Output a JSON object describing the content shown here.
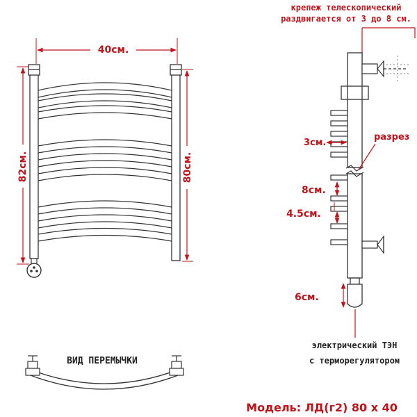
{
  "colors": {
    "annotation": "#c0141b",
    "outline": "#333333",
    "body_fill": "#ffffff"
  },
  "dims": {
    "width_top": "40см.",
    "height_left": "82см.",
    "height_right": "80см.",
    "pipe_gap": "3см.",
    "rung_spacing": "8см.",
    "rung_short": "4.5см.",
    "heater_length": "6см."
  },
  "labels": {
    "mount_line1": "крепеж телескопический",
    "mount_line2": "раздвигается от 3 до 8 см.",
    "cut": "разрез",
    "jumper_view": "ВИД ПЕРЕМЫЧКИ",
    "heater_line1": "электрический  ТЭН",
    "heater_line2": "с терморегулятором",
    "model": "Модель: ЛД(г2) 80 х 40"
  }
}
